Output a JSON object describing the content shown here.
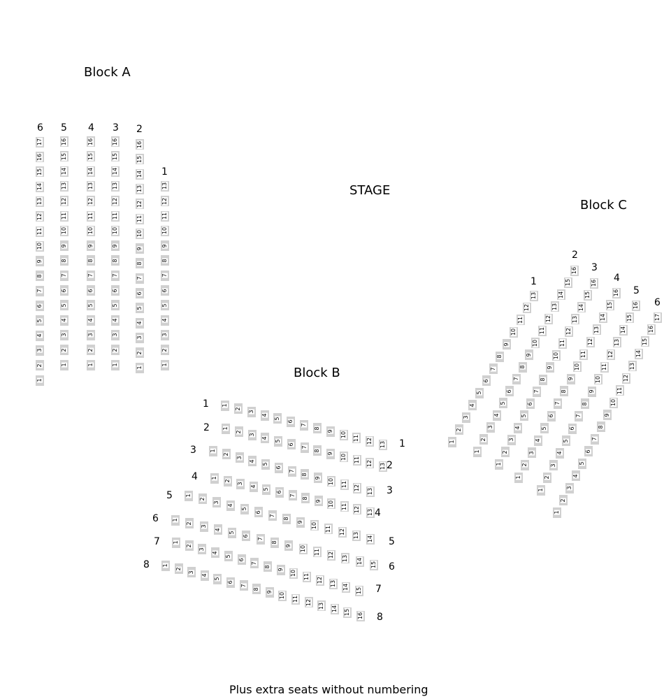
{
  "stage_label": "STAGE",
  "footnote": "Plus extra seats without numbering",
  "seat_color": "#d0d0d0",
  "blocks": [
    {
      "name": "Block A",
      "rows": [
        {
          "label": "6",
          "seats": 17
        },
        {
          "label": "5",
          "seats": 16
        },
        {
          "label": "4",
          "seats": 16
        },
        {
          "label": "3",
          "seats": 16
        },
        {
          "label": "2",
          "seats": 16
        },
        {
          "label": "1",
          "seats": 13
        }
      ]
    },
    {
      "name": "Block B",
      "rows": [
        {
          "label": "1",
          "seats": 13
        },
        {
          "label": "2",
          "seats": 13
        },
        {
          "label": "3",
          "seats": 13
        },
        {
          "label": "4",
          "seats": 13
        },
        {
          "label": "5",
          "seats": 14
        },
        {
          "label": "6",
          "seats": 15
        },
        {
          "label": "7",
          "seats": 15
        },
        {
          "label": "8",
          "seats": 16
        }
      ]
    },
    {
      "name": "Block C",
      "rows": [
        {
          "label": "1",
          "seats": 13
        },
        {
          "label": "2",
          "seats": 16
        },
        {
          "label": "3",
          "seats": 16
        },
        {
          "label": "4",
          "seats": 16
        },
        {
          "label": "5",
          "seats": 16
        },
        {
          "label": "6",
          "seats": 17
        }
      ]
    }
  ]
}
